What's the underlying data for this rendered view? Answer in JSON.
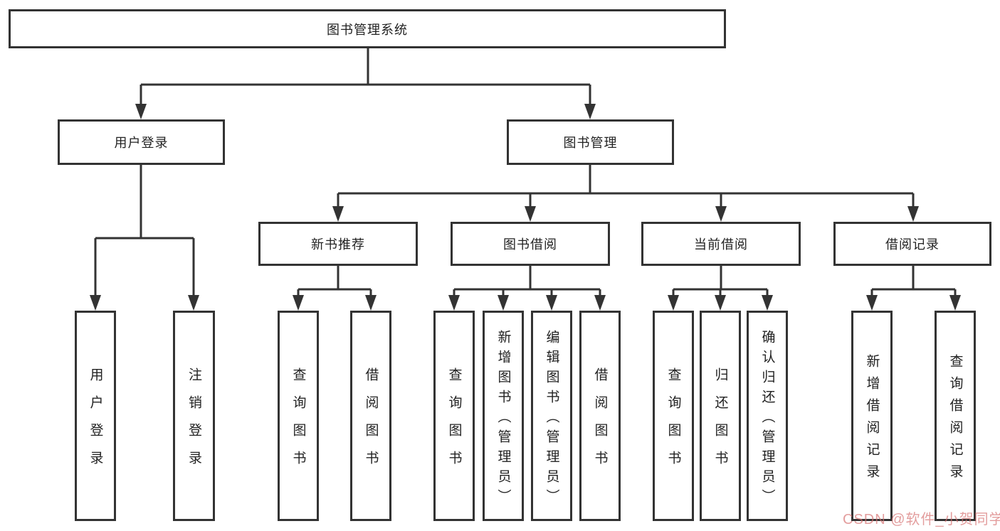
{
  "nodes": {
    "root": "图书管理系统",
    "level2": {
      "user_login": "用户登录",
      "book_management": "图书管理"
    },
    "level3": {
      "new_book_recommend": "新书推荐",
      "book_borrowing": "图书借阅",
      "current_borrowing": "当前借阅",
      "borrowing_records": "借阅记录"
    },
    "leaves": {
      "user_login": "用户登录",
      "logout": "注销登录",
      "query_books_recommend": "查询图书",
      "borrow_books_recommend": "借阅图书",
      "query_books_borrowing": "查询图书",
      "add_book_admin": "新增图书（管理员）",
      "edit_book_admin": "编辑图书（管理员）",
      "borrow_books_borrowing": "借阅图书",
      "query_books_current": "查询图书",
      "return_books": "归还图书",
      "confirm_return_admin": "确认归还（管理员）",
      "add_borrow_record": "新增借阅记录",
      "query_borrow_record": "查询借阅记录"
    }
  },
  "watermark": "CSDN @软件_小贺同学",
  "colors": {
    "line": "#333333",
    "text": "#222222",
    "watermark_red": "#d66e6e",
    "background": "#ffffff"
  }
}
